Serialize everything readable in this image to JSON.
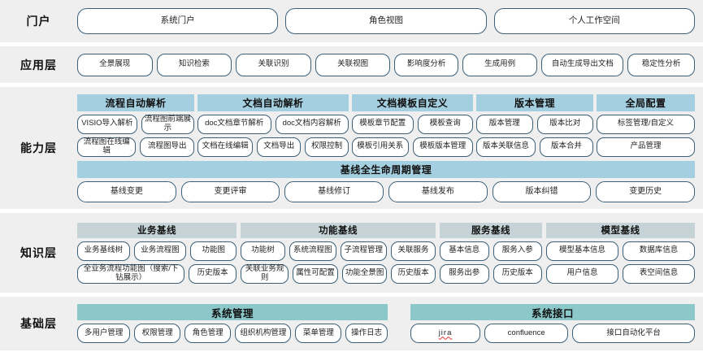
{
  "layers": [
    {
      "id": "portal",
      "label": "门户",
      "items": [
        "系统门户",
        "角色视图",
        "个人工作空间"
      ]
    },
    {
      "id": "application",
      "label": "应用层",
      "items": [
        "全景展现",
        "知识检索",
        "关联识别",
        "关联视图",
        "影响度分析",
        "生成用例",
        "自动生成导出文档",
        "稳定性分析"
      ]
    },
    {
      "id": "capability",
      "label": "能力层",
      "groups": [
        {
          "header": "流程自动解析",
          "rows": [
            [
              "VISIO导入解析",
              "流程图前端展示"
            ],
            [
              "流程图在线编辑",
              "流程图导出"
            ]
          ]
        },
        {
          "header": "文档自动解析",
          "rows": [
            [
              "doc文档章节解析",
              "doc文档内容解析"
            ],
            [
              "文档在线编辑",
              "文档导出",
              "权限控制"
            ]
          ]
        },
        {
          "header": "文档模板自定义",
          "rows": [
            [
              "模板章节配置",
              "模板查询"
            ],
            [
              "模板引用关系",
              "模板版本管理"
            ]
          ]
        },
        {
          "header": "版本管理",
          "rows": [
            [
              "版本管理",
              "版本比对"
            ],
            [
              "版本关联信息",
              "版本合并"
            ]
          ]
        },
        {
          "header": "全局配置",
          "rows": [
            [
              "标签管理/自定义"
            ],
            [
              "产品管理"
            ]
          ]
        }
      ],
      "lifecycle": {
        "header": "基线全生命周期管理",
        "items": [
          "基线变更",
          "变更评审",
          "基线修订",
          "基线发布",
          "版本纠错",
          "变更历史"
        ]
      }
    },
    {
      "id": "knowledge",
      "label": "知识层",
      "groups": [
        {
          "header": "业务基线",
          "rows": [
            [
              "业务基线树",
              "业务流程图",
              "功能图"
            ],
            [
              "全业务流程功能图（搜索/下钻展示）",
              "历史版本"
            ]
          ]
        },
        {
          "header": "功能基线",
          "rows": [
            [
              "功能树",
              "系统流程图",
              "子流程管理",
              "关联服务"
            ],
            [
              "关联业务规则",
              "属性可配置",
              "功能全景图",
              "历史版本"
            ]
          ]
        },
        {
          "header": "服务基线",
          "rows": [
            [
              "基本信息",
              "服务入参"
            ],
            [
              "服务出参",
              "历史版本"
            ]
          ]
        },
        {
          "header": "模型基线",
          "rows": [
            [
              "模型基本信息",
              "数据库信息"
            ],
            [
              "用户信息",
              "表空间信息"
            ]
          ]
        }
      ]
    },
    {
      "id": "foundation",
      "label": "基础层",
      "groups": [
        {
          "header": "系统管理",
          "rows": [
            [
              "多用户管理",
              "权限管理",
              "角色管理",
              "组织机构管理",
              "菜单管理",
              "操作日志"
            ]
          ]
        },
        {
          "header": "系统接口",
          "rows": [
            [
              "jira",
              "confluence",
              "接口自动化平台"
            ]
          ]
        }
      ]
    }
  ],
  "colors": {
    "band_background": "#efefef",
    "pill_border": "#3c5f77",
    "capability_header": "#a4cfe0",
    "knowledge_header": "#c5d3d7",
    "foundation_header": "#8cc8ca"
  }
}
